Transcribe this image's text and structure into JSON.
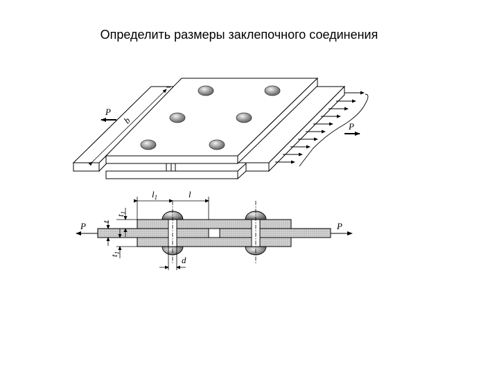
{
  "slide": {
    "title": "Определить размеры заклепочного соединения"
  },
  "labels": {
    "force": "P",
    "width": "b",
    "thickness": "t",
    "cover_thickness": "t",
    "cover_thickness_sub": "1",
    "pitch_edge": "l",
    "pitch_edge_sub": "1",
    "pitch": "l",
    "diameter": "d"
  },
  "colors": {
    "hatch": "#c8c8c8",
    "outline": "#000000",
    "rivet": "#8a8a8a"
  }
}
